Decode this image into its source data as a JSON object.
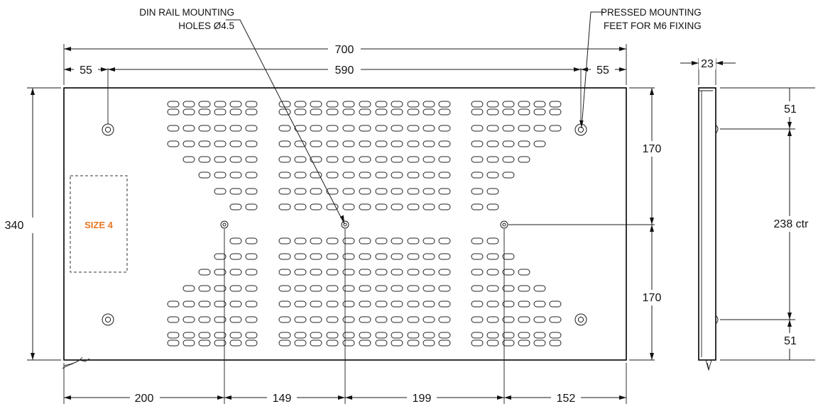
{
  "notes": {
    "din_rail_line1": "DIN RAIL MOUNTING",
    "din_rail_line2": "HOLES Ø4.5",
    "feet_line1": "PRESSED MOUNTING",
    "feet_line2": "FEET FOR M6 FIXING"
  },
  "size_label": "SIZE 4",
  "size_label_color": "#E87722",
  "dimensions": {
    "overall_width": "700",
    "left_margin": "55",
    "foot_spacing": "590",
    "right_margin": "55",
    "overall_height": "340",
    "upper_height": "170",
    "lower_height": "170",
    "depth": "23",
    "side_top": "51",
    "side_center": "238 ctr",
    "side_bottom": "51",
    "bottom_1": "200",
    "bottom_2": "149",
    "bottom_3": "199",
    "bottom_4": "152"
  }
}
